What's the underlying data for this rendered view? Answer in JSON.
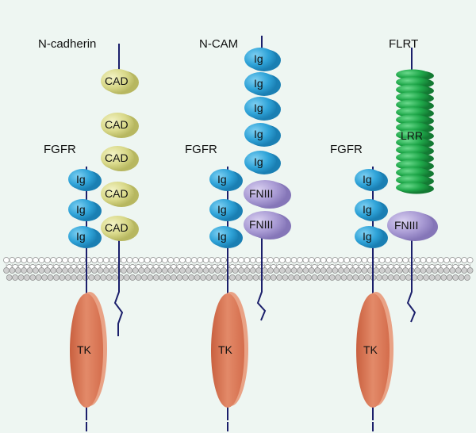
{
  "receptors": {
    "fgfr_label": "FGFR",
    "ig_label": "Ig",
    "tk_label": "TK"
  },
  "ncadherin": {
    "title": "N-cadherin",
    "domain_label": "CAD"
  },
  "ncam": {
    "title": "N-CAM",
    "ig_label": "Ig",
    "fn_label": "FNIII"
  },
  "flrt": {
    "title": "FLRT",
    "lrr_label": "LRR",
    "fn_label": "FNIII"
  },
  "colors": {
    "background": "#eef6f2",
    "ig_blue": "#2fa3d8",
    "cad_yellow": "#d9d98a",
    "fn_lavender": "#a99bd4",
    "lrr_green": "#1fa84a",
    "tk_salmon": "#e07d5c",
    "backbone": "#1b1f6b",
    "membrane_bead": "#c9c9c9"
  }
}
